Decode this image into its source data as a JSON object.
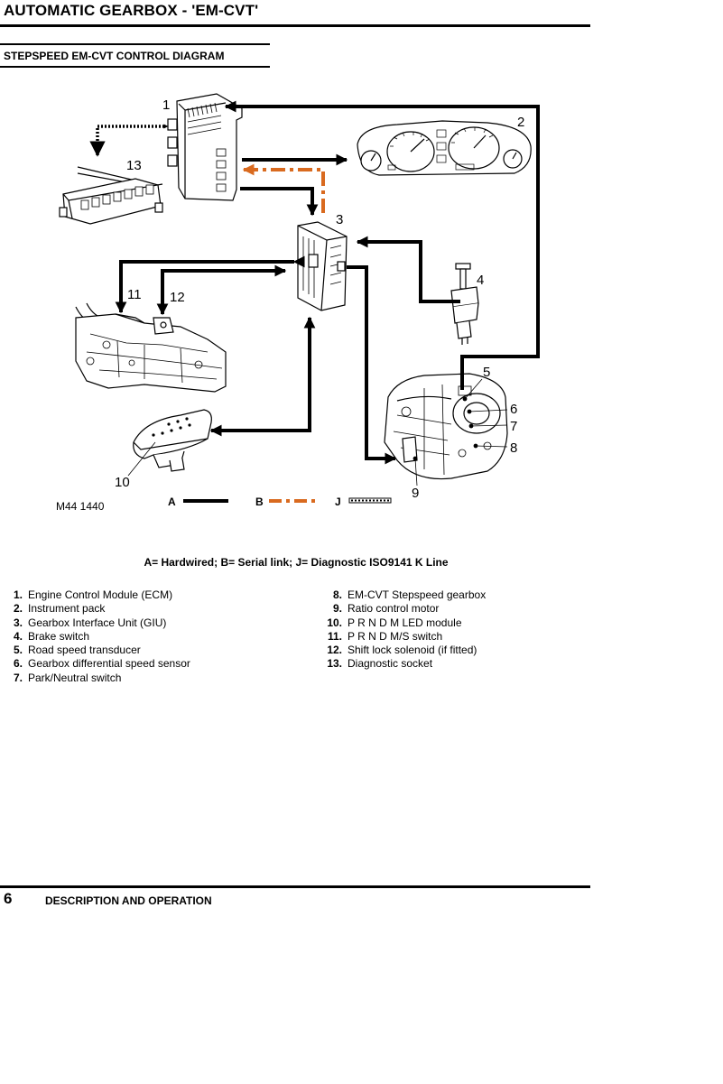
{
  "header": {
    "title": "AUTOMATIC GEARBOX - 'EM-CVT'"
  },
  "section": {
    "title": "STEPSPEED EM-CVT CONTROL DIAGRAM"
  },
  "diagram": {
    "callouts": [
      "1",
      "2",
      "3",
      "4",
      "5",
      "6",
      "7",
      "8",
      "9",
      "10",
      "11",
      "12",
      "13"
    ],
    "figure_ref": "M44 1440",
    "legend": [
      {
        "letter": "A",
        "style": "solid"
      },
      {
        "letter": "B",
        "style": "dash-dot"
      },
      {
        "letter": "J",
        "style": "dotted"
      }
    ],
    "colors": {
      "hardwired": "#000000",
      "serial": "#d96a1f",
      "diagnostic": "#000000"
    }
  },
  "key_text": "A= Hardwired; B= Serial link; J= Diagnostic ISO9141 K Line",
  "components_left": [
    {
      "num": "1.",
      "label": "Engine Control Module (ECM)"
    },
    {
      "num": "2.",
      "label": "Instrument pack"
    },
    {
      "num": "3.",
      "label": "Gearbox Interface Unit (GIU)"
    },
    {
      "num": "4.",
      "label": "Brake switch"
    },
    {
      "num": "5.",
      "label": "Road speed transducer"
    },
    {
      "num": "6.",
      "label": "Gearbox differential speed sensor"
    },
    {
      "num": "7.",
      "label": "Park/Neutral switch"
    }
  ],
  "components_right": [
    {
      "num": "8.",
      "label": "EM-CVT Stepspeed gearbox"
    },
    {
      "num": "9.",
      "label": "Ratio control motor"
    },
    {
      "num": "10.",
      "label": "P R N D M LED module"
    },
    {
      "num": "11.",
      "label": "P R N D M/S switch"
    },
    {
      "num": "12.",
      "label": "Shift lock solenoid (if fitted)"
    },
    {
      "num": "13.",
      "label": "Diagnostic socket"
    }
  ],
  "footer": {
    "page_number": "6",
    "section_name": "DESCRIPTION AND OPERATION"
  }
}
